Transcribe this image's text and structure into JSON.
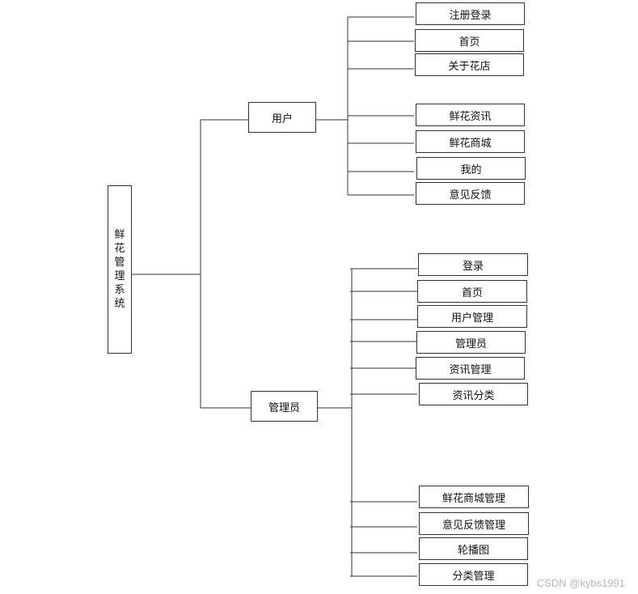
{
  "root": {
    "label": "鲜花管理系统"
  },
  "groups": [
    {
      "label": "用户",
      "children": [
        "注册登录",
        "首页",
        "关于花店",
        "鲜花资讯",
        "鲜花商城",
        "我的",
        "意见反馈"
      ]
    },
    {
      "label": "管理员",
      "children": [
        "登录",
        "首页",
        "用户管理",
        "管理员",
        "资讯管理",
        "资讯分类",
        "鲜花商城管理",
        "意见反馈管理",
        "轮播图",
        "分类管理"
      ]
    }
  ],
  "watermark": "CSDN @kybs1991",
  "colors": {
    "line": "#333333",
    "border": "#333333",
    "watermark": "#b8b8b8"
  }
}
